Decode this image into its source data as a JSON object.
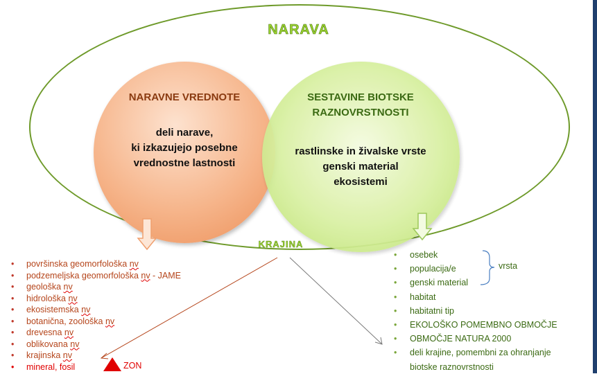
{
  "title": "NARAVA",
  "left_circle": {
    "heading": "NARAVNE VREDNOTE",
    "body_lines": [
      "deli narave,",
      "ki izkazujejo posebne",
      "vrednostne lastnosti"
    ],
    "color": "#f0a06f"
  },
  "right_circle": {
    "heading": "SESTAVINE BIOTSKE\nRAZNOVRSTNOSTI",
    "body_lines": [
      "rastlinske in živalske vrste",
      "genski material",
      "ekosistemi"
    ],
    "color": "#d4ee9b"
  },
  "krajina_label": "KRAJINA",
  "left_list": [
    {
      "text": "površinska geomorfološka ",
      "abbr": "nv",
      "suffix": ""
    },
    {
      "text": "podzemeljska geomorfološka ",
      "abbr": "nv",
      "suffix": " - JAME"
    },
    {
      "text": "geološka ",
      "abbr": "nv",
      "suffix": ""
    },
    {
      "text": "hidrološka ",
      "abbr": "nv",
      "suffix": ""
    },
    {
      "text": "ekosistemska ",
      "abbr": "nv",
      "suffix": ""
    },
    {
      "text": "botanična, zoološka ",
      "abbr": "nv",
      "suffix": ""
    },
    {
      "text": "drevesna ",
      "abbr": "nv",
      "suffix": ""
    },
    {
      "text": "oblikovana ",
      "abbr": "nv",
      "suffix": ""
    },
    {
      "text": "krajinska ",
      "abbr": "nv",
      "suffix": ""
    },
    {
      "text": "mineral, fosil",
      "abbr": "",
      "suffix": ""
    }
  ],
  "zon_label": "ZON",
  "right_list": [
    {
      "text": "osebek"
    },
    {
      "text": "populacija/e"
    },
    {
      "text": "genski material"
    },
    {
      "text": "habitat"
    },
    {
      "text": "habitatni tip"
    },
    {
      "text": "EKOLOŠKO POMEMBNO OBMOČJE"
    },
    {
      "text": "OBMOČJE NATURA 2000"
    },
    {
      "text": "deli krajine, pomembni za ohranjanje",
      "cont": "biotske raznovrstnosti"
    }
  ],
  "bracket_label": "vrsta",
  "colors": {
    "accent_green": "#9bd230",
    "orange_text": "#b5451b",
    "red": "#e00000",
    "green_text": "#3b6a13"
  }
}
